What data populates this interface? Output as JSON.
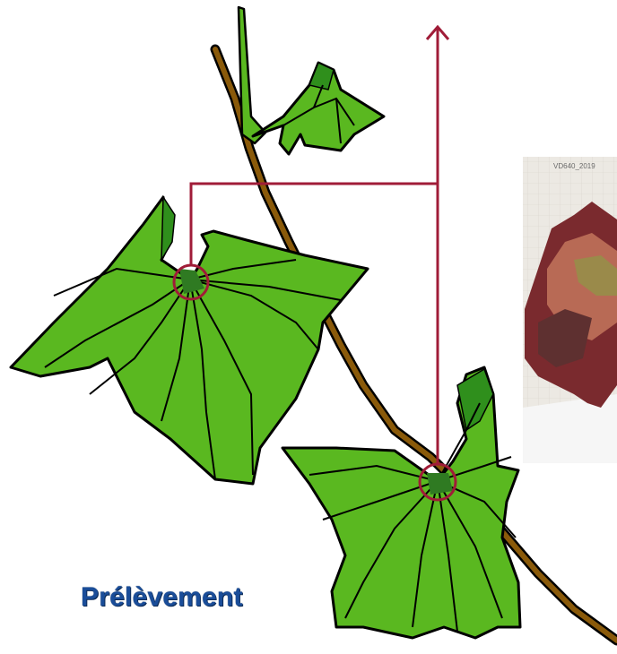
{
  "caption": "Prélèvement",
  "photo_label": "VD640_2019",
  "colors": {
    "leaf_fill": "#5ab820",
    "leaf_dark": "#2f8f1c",
    "vein": "#000000",
    "stem": "#8a5a0a",
    "marker": "#a01c38",
    "caption": "#1a4d99"
  },
  "icons": [
    "leaf",
    "stem",
    "petiole-circle",
    "arrow",
    "photo"
  ]
}
